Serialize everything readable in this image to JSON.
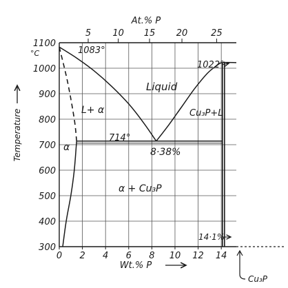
{
  "chart_data": {
    "type": "phase-diagram",
    "title": "",
    "xlabel": "Wt.% P",
    "ylabel": "Temperature",
    "top_axis_label": "At.% P",
    "y_unit": "°C",
    "xlim": [
      0,
      15.3
    ],
    "ylim": [
      300,
      1100
    ],
    "x_ticks": [
      "0",
      "2",
      "4",
      "6",
      "8",
      "10",
      "12",
      "14"
    ],
    "y_ticks": [
      "300",
      "400",
      "500",
      "600",
      "700",
      "800",
      "900",
      "1000",
      "1100"
    ],
    "top_ticks": [
      "5",
      "10",
      "15",
      "20",
      "25"
    ],
    "top_tick_values_wt": [
      2.5,
      5.1,
      7.8,
      10.6,
      13.6
    ],
    "grid": true,
    "curves": {
      "liquidus_left": [
        [
          0,
          1083
        ],
        [
          1.5,
          1040
        ],
        [
          3.0,
          990
        ],
        [
          4.5,
          930
        ],
        [
          6.0,
          860
        ],
        [
          7.3,
          785
        ],
        [
          8.38,
          714
        ]
      ],
      "liquidus_right": [
        [
          8.38,
          714
        ],
        [
          9.5,
          780
        ],
        [
          10.6,
          850
        ],
        [
          11.7,
          920
        ],
        [
          12.8,
          980
        ],
        [
          13.6,
          1010
        ],
        [
          14.1,
          1022
        ],
        [
          15.3,
          1022
        ]
      ],
      "solidus_dashed": [
        [
          0,
          1083
        ],
        [
          0.7,
          950
        ],
        [
          1.3,
          800
        ],
        [
          1.5,
          714
        ]
      ],
      "solvus": [
        [
          1.5,
          714
        ],
        [
          1.3,
          600
        ],
        [
          1.0,
          500
        ],
        [
          0.6,
          400
        ],
        [
          0.3,
          300
        ]
      ],
      "eutectic": [
        [
          1.5,
          714
        ],
        [
          14.1,
          714
        ]
      ],
      "compound_line": [
        [
          14.1,
          300
        ],
        [
          14.1,
          1022
        ]
      ]
    },
    "annotations": {
      "cu_melting": "1083°",
      "compound_melting": "1022°",
      "liquid": "Liquid",
      "l_alpha": "L+ α",
      "cu3p_l": "Cu₃P+L",
      "eutectic_temp": "714°",
      "eutectic_comp": "8·38%",
      "alpha": "α",
      "alpha_cu3p": "α + Cu₃P",
      "compound_comp": "14·1%",
      "compound": "Cu₃P"
    }
  }
}
